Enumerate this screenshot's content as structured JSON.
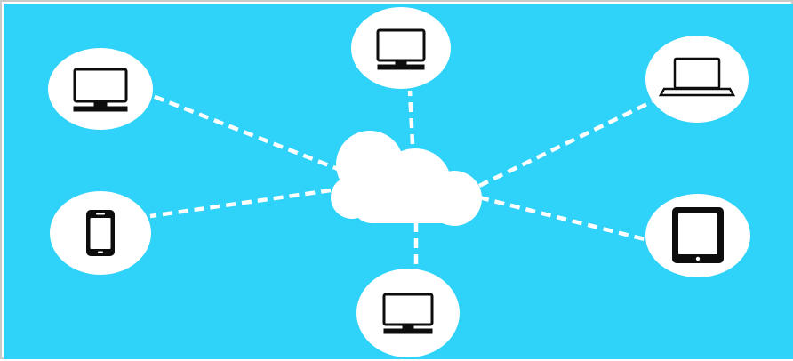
{
  "colors": {
    "background": "#2fd2f8",
    "node_fill": "#ffffff",
    "connector": "#ffffff",
    "device": "#0d0d0d",
    "cloud": "#ffffff",
    "frame_border": "#c9c9c9"
  },
  "hub": {
    "icon": "cloud-icon"
  },
  "devices": [
    {
      "id": "desktop-top-left",
      "icon": "desktop-monitor-icon"
    },
    {
      "id": "desktop-top-center",
      "icon": "desktop-monitor-icon"
    },
    {
      "id": "laptop-top-right",
      "icon": "laptop-icon"
    },
    {
      "id": "smartphone-middle-left",
      "icon": "smartphone-icon"
    },
    {
      "id": "tablet-middle-right",
      "icon": "tablet-icon"
    },
    {
      "id": "desktop-bottom-center",
      "icon": "desktop-monitor-icon"
    }
  ],
  "connectors": [
    {
      "from": "cloud",
      "to": "desktop-top-left",
      "style": "dashed"
    },
    {
      "from": "cloud",
      "to": "desktop-top-center",
      "style": "dashed"
    },
    {
      "from": "cloud",
      "to": "laptop-top-right",
      "style": "dashed"
    },
    {
      "from": "cloud",
      "to": "smartphone-middle-left",
      "style": "dashed"
    },
    {
      "from": "cloud",
      "to": "tablet-middle-right",
      "style": "dashed"
    },
    {
      "from": "cloud",
      "to": "desktop-bottom-center",
      "style": "dashed"
    }
  ]
}
